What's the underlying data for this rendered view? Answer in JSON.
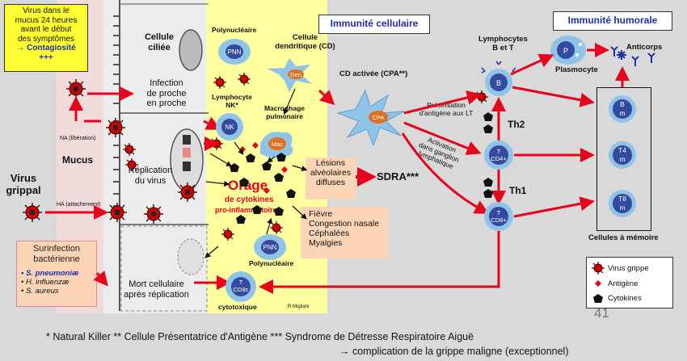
{
  "left_box": {
    "line1": "Virus dans le",
    "line2": "mucus 24 heures",
    "line3": "avant le début",
    "line4": "des symptômes",
    "line5": "→ Contagiosité",
    "line6": "+++"
  },
  "cells": {
    "cellule_ciliee": [
      "Cellule",
      "ciliée"
    ],
    "infection": [
      "Infection",
      "de proche",
      "en proche"
    ],
    "replication": [
      "Réplication",
      "du virus"
    ],
    "mort": [
      "Mort cellulaire",
      "après réplication"
    ]
  },
  "labels": {
    "mucus": "Mucus",
    "virus": [
      "Virus",
      "grippal"
    ],
    "ha_liberation": "NA (libération)",
    "ha_attachement": "HA (attachement)",
    "polynucleaire_top": "Polynucléaire",
    "polynucleaire_bottom": "Polynucléaire",
    "cellule_dendritique": [
      "Cellule",
      "dendritique (CD)"
    ],
    "lymphocyte_nk": [
      "Lymphocyte",
      "NK*"
    ],
    "macrophage": [
      "Macrophage",
      "pulmonaire"
    ],
    "orage": "Orage",
    "orage_sub1": "de cytokines",
    "orage_sub2": "pro-inflammatoires",
    "lesions": [
      "Lésions",
      "alvéolaires",
      "diffuses"
    ],
    "sdra": "SDRA***",
    "symptoms": [
      "Fièvre",
      "Congestion nasale",
      "Céphalées",
      "Myalgies"
    ],
    "cytotoxique": "cytotoxique",
    "credit": "R Migliani",
    "cd_activee": "CD activée (CPA**)",
    "presentation": [
      "Présentation",
      "d'antigène aux LT"
    ],
    "activation": [
      "Activation",
      "dans ganglion",
      "lymphatique"
    ],
    "lymphocytes_bt": [
      "Lymphocytes",
      "B et T"
    ],
    "plasmocyte": "Plasmocyte",
    "anticorps": "Anticorps",
    "th2": "Th2",
    "th1": "Th1",
    "memoire": "Cellules à mémoire",
    "page_number": "41"
  },
  "cell_tags": {
    "pnn": "PNN",
    "den": "Den",
    "nk": "NK",
    "mac": "Mac",
    "cpa": "CPA",
    "b": "B",
    "p": "P",
    "t_cd4": [
      "T",
      "CD4+"
    ],
    "t_cd8": [
      "T",
      "CD8+"
    ],
    "t_cd8c": [
      "T",
      "CD8c"
    ],
    "bm": [
      "B",
      "m"
    ],
    "t4m": [
      "T4",
      "m"
    ],
    "t8m": [
      "T8",
      "m"
    ]
  },
  "headers": {
    "cellulaire": "Immunité cellulaire",
    "humorale": "Immunité humorale"
  },
  "surinfection": {
    "title": [
      "Surinfection",
      "bactérienne"
    ],
    "items": [
      "S. pneumoniæ",
      "H. influenzæ",
      "S. aureus"
    ]
  },
  "legend": {
    "virus": "Virus grippe",
    "antigene": "Antigène",
    "cytokines": "Cytokines"
  },
  "footnote": {
    "line1": "* Natural Killer   ** Cellule Présentatrice d'Antigène *** Syndrome de Détresse Respiratoire Aiguë",
    "line2": "→ complication de la grippe maligne (exceptionnel)"
  },
  "colors": {
    "yellow_box": "#ffff33",
    "yellow_zone": "#ffffa0",
    "orange_box": "#fbd5b5",
    "red": "#e8001c",
    "blue_header": "#1f2fa8",
    "cell_blue": "#8fc3e8"
  }
}
